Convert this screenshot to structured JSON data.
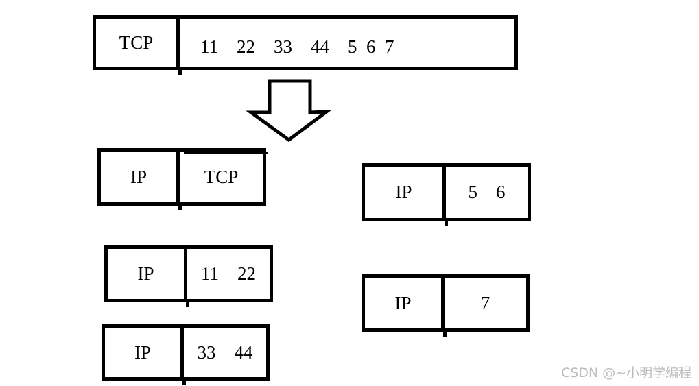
{
  "colors": {
    "background": "#ffffff",
    "stroke": "#000000",
    "watermark": "#bcbcbc"
  },
  "top_segment": {
    "header": "TCP",
    "payload": "11    22    33    44    5  6  7"
  },
  "arrow": {
    "name": "down-arrow",
    "direction": "down"
  },
  "fragments": [
    {
      "header": "IP",
      "payload": "TCP"
    },
    {
      "header": "IP",
      "payload": "11    22"
    },
    {
      "header": "IP",
      "payload": "33    44"
    },
    {
      "header": "IP",
      "payload": "5    6"
    },
    {
      "header": "IP",
      "payload": "7"
    }
  ],
  "watermark": {
    "text": "CSDN @~小明学编程"
  }
}
